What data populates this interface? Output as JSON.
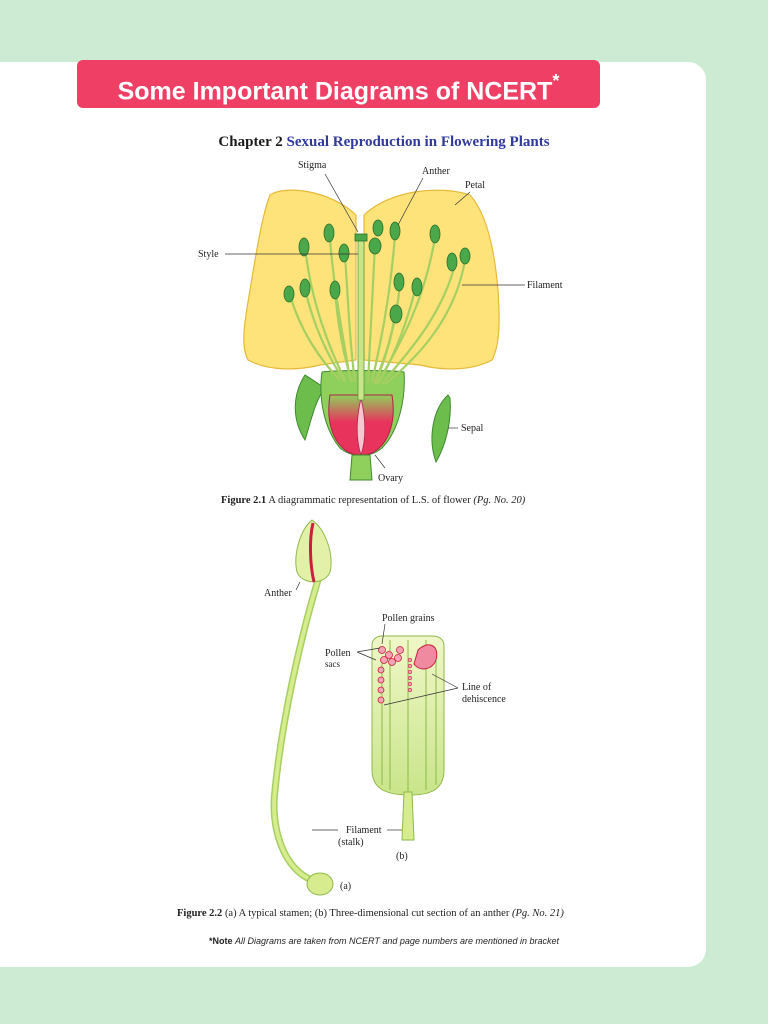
{
  "banner": {
    "title": "Some Important Diagrams of NCERT",
    "star": "*"
  },
  "chapter": {
    "prefix": "Chapter 2",
    "subject": "Sexual Reproduction in Flowering Plants"
  },
  "figure1": {
    "labels": {
      "stigma": "Stigma",
      "anther": "Anther",
      "petal": "Petal",
      "style": "Style",
      "filament": "Filament",
      "sepal": "Sepal",
      "ovary": "Ovary"
    },
    "caption_num": "Figure 2.1",
    "caption_text": "A diagrammatic representation of L.S. of flower",
    "caption_ref": "(Pg. No. 20)"
  },
  "figure2": {
    "labels": {
      "anther": "Anther",
      "pollen_grains": "Pollen grains",
      "pollen_sacs_1": "Pollen",
      "pollen_sacs_2": "sacs",
      "dehiscence_1": "Line of",
      "dehiscence_2": "dehiscence",
      "filament_1": "Filament",
      "filament_2": "(stalk)",
      "part_a": "(a)",
      "part_b": "(b)"
    },
    "caption_num": "Figure 2.2",
    "caption_text": "(a) A typical stamen; (b) Three-dimensional cut section of an anther",
    "caption_ref": "(Pg. No. 21)"
  },
  "note": {
    "label": "*Note",
    "text": "All Diagrams are taken from NCERT and page numbers are mentioned in bracket"
  },
  "colors": {
    "background": "#cdebd2",
    "banner": "#ef3f64",
    "chapter_subject": "#2f3a9d",
    "petal": "#fde37a",
    "stem": "#d6ec8f",
    "anther": "#4aa84a",
    "ovary": "#e8345c"
  }
}
